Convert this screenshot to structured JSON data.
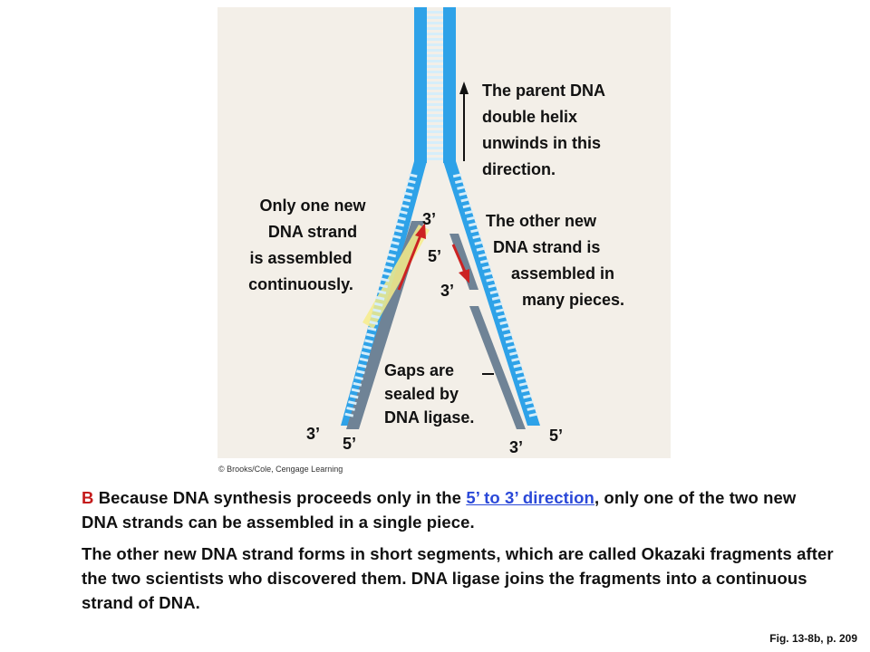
{
  "figure": {
    "panel_color": "#f3efe8",
    "strand_color": "#2ea2e8",
    "rung_color": "#d6eefa",
    "new_strand_color": "#6f8396",
    "arrow_color": "#cc2222",
    "highlight_color": "#f6ec8a",
    "copyright": "© Brooks/Cole, Cengage Learning",
    "labels": {
      "unwind": [
        "The parent DNA",
        "double helix",
        "unwinds in this",
        "direction."
      ],
      "continuous": [
        "Only one new",
        "DNA strand",
        "is assembled",
        "continuously."
      ],
      "pieces": [
        "The other new",
        "DNA strand is",
        "assembled in",
        "many pieces."
      ],
      "ligase": [
        "Gaps are",
        "sealed by",
        "DNA ligase."
      ]
    },
    "ends": {
      "top_left": "3’",
      "mid_left": "5’",
      "mid_right": "3’",
      "bottom_left_outer": "3’",
      "bottom_left_inner": "5’",
      "bottom_right_inner": "3’",
      "bottom_right_outer": "5’"
    }
  },
  "caption": {
    "letter": "B",
    "line1_before": " Because DNA synthesis proceeds only in the ",
    "link": "5’ to 3’ direction",
    "line1_after": ", only one of the two new DNA strands can be assembled in a single piece.",
    "paragraph2": "The other new DNA strand forms in short segments, which are called Okazaki fragments after the two scientists who discovered them. DNA ligase joins the fragments into a continuous strand of DNA."
  },
  "reference": "Fig. 13-8b, p. 209"
}
